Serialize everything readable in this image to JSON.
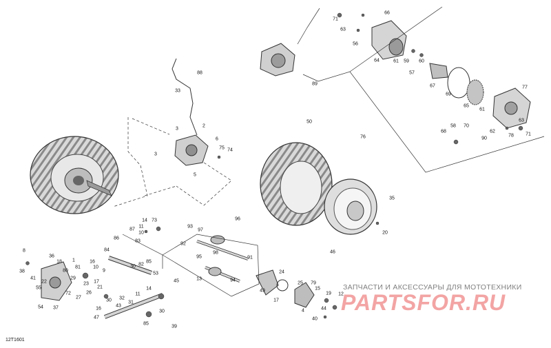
{
  "figure": {
    "code": "12T1601",
    "watermark": {
      "caption": "ЗАПЧАСТИ И АКСЕССУАРЫ ДЛЯ МОТОТЕХНИКИ",
      "brand": "PARTSFOR.RU"
    }
  },
  "callouts": [
    {
      "id": "c66",
      "text": "66"
    },
    {
      "id": "c71a",
      "text": "71"
    },
    {
      "id": "c63a",
      "text": "63"
    },
    {
      "id": "c56",
      "text": "56"
    },
    {
      "id": "c64",
      "text": "64"
    },
    {
      "id": "c61a",
      "text": "61"
    },
    {
      "id": "c59",
      "text": "59"
    },
    {
      "id": "c60",
      "text": "60"
    },
    {
      "id": "c57",
      "text": "57"
    },
    {
      "id": "c67",
      "text": "67"
    },
    {
      "id": "c69",
      "text": "69"
    },
    {
      "id": "c65",
      "text": "65"
    },
    {
      "id": "c77",
      "text": "77"
    },
    {
      "id": "c61b",
      "text": "61"
    },
    {
      "id": "c89",
      "text": "89"
    },
    {
      "id": "c88",
      "text": "88"
    },
    {
      "id": "c33",
      "text": "33"
    },
    {
      "id": "c3a",
      "text": "3"
    },
    {
      "id": "c2",
      "text": "2"
    },
    {
      "id": "c6",
      "text": "6"
    },
    {
      "id": "c75",
      "text": "75"
    },
    {
      "id": "c74",
      "text": "74"
    },
    {
      "id": "c3b",
      "text": "3"
    },
    {
      "id": "c5",
      "text": "5"
    },
    {
      "id": "c50",
      "text": "50"
    },
    {
      "id": "c76",
      "text": "76"
    },
    {
      "id": "c58",
      "text": "58"
    },
    {
      "id": "c70",
      "text": "70"
    },
    {
      "id": "c68",
      "text": "68"
    },
    {
      "id": "c62",
      "text": "62"
    },
    {
      "id": "c90",
      "text": "90"
    },
    {
      "id": "c63b",
      "text": "63"
    },
    {
      "id": "c78",
      "text": "78"
    },
    {
      "id": "c71b",
      "text": "71"
    },
    {
      "id": "c35",
      "text": "35"
    },
    {
      "id": "c20",
      "text": "20"
    },
    {
      "id": "c46",
      "text": "46"
    },
    {
      "id": "c14a",
      "text": "14"
    },
    {
      "id": "c73",
      "text": "73"
    },
    {
      "id": "c11a",
      "text": "11"
    },
    {
      "id": "c10a",
      "text": "10"
    },
    {
      "id": "c87",
      "text": "87"
    },
    {
      "id": "c86",
      "text": "86"
    },
    {
      "id": "c83",
      "text": "83"
    },
    {
      "id": "c84",
      "text": "84"
    },
    {
      "id": "c30a",
      "text": "30"
    },
    {
      "id": "c82",
      "text": "82"
    },
    {
      "id": "c85a",
      "text": "85"
    },
    {
      "id": "c53",
      "text": "53"
    },
    {
      "id": "c93",
      "text": "93"
    },
    {
      "id": "c97",
      "text": "97"
    },
    {
      "id": "c96",
      "text": "96"
    },
    {
      "id": "c92",
      "text": "92"
    },
    {
      "id": "c95",
      "text": "95"
    },
    {
      "id": "c98",
      "text": "98"
    },
    {
      "id": "c91",
      "text": "91"
    },
    {
      "id": "c13",
      "text": "13"
    },
    {
      "id": "c94",
      "text": "94"
    },
    {
      "id": "c45",
      "text": "45"
    },
    {
      "id": "c8",
      "text": "8"
    },
    {
      "id": "c36",
      "text": "36"
    },
    {
      "id": "c18",
      "text": "18"
    },
    {
      "id": "c1",
      "text": "1"
    },
    {
      "id": "c16a",
      "text": "16"
    },
    {
      "id": "c10b",
      "text": "10"
    },
    {
      "id": "c80",
      "text": "80"
    },
    {
      "id": "c81",
      "text": "81"
    },
    {
      "id": "c9",
      "text": "9"
    },
    {
      "id": "c38",
      "text": "38"
    },
    {
      "id": "c22",
      "text": "22"
    },
    {
      "id": "c41",
      "text": "41"
    },
    {
      "id": "c55",
      "text": "55"
    },
    {
      "id": "c29",
      "text": "29"
    },
    {
      "id": "c23",
      "text": "23"
    },
    {
      "id": "c72",
      "text": "72"
    },
    {
      "id": "c27",
      "text": "27"
    },
    {
      "id": "c26",
      "text": "26"
    },
    {
      "id": "c17a",
      "text": "17"
    },
    {
      "id": "c21",
      "text": "21"
    },
    {
      "id": "c54",
      "text": "54"
    },
    {
      "id": "c37",
      "text": "37"
    },
    {
      "id": "c14b",
      "text": "14"
    },
    {
      "id": "c11b",
      "text": "11"
    },
    {
      "id": "c32",
      "text": "32"
    },
    {
      "id": "c31",
      "text": "31"
    },
    {
      "id": "c16b",
      "text": "16"
    },
    {
      "id": "c30b",
      "text": "30"
    },
    {
      "id": "c43",
      "text": "43"
    },
    {
      "id": "c47",
      "text": "47"
    },
    {
      "id": "c85b",
      "text": "85"
    },
    {
      "id": "c30c",
      "text": "30"
    },
    {
      "id": "c39",
      "text": "39"
    },
    {
      "id": "c24",
      "text": "24"
    },
    {
      "id": "c25",
      "text": "25"
    },
    {
      "id": "c79",
      "text": "79"
    },
    {
      "id": "c15",
      "text": "15"
    },
    {
      "id": "c49",
      "text": "49"
    },
    {
      "id": "c17b",
      "text": "17"
    },
    {
      "id": "c19",
      "text": "19"
    },
    {
      "id": "c12",
      "text": "12"
    },
    {
      "id": "c4",
      "text": "4"
    },
    {
      "id": "c40",
      "text": "40"
    },
    {
      "id": "c44",
      "text": "44"
    }
  ]
}
